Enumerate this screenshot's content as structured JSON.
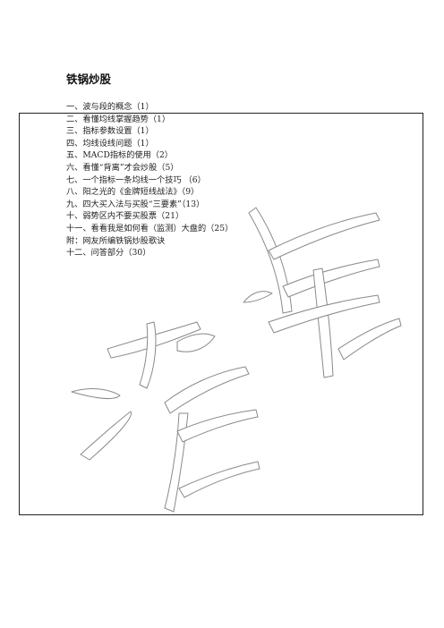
{
  "document": {
    "title": "铁锅炒股"
  },
  "toc": {
    "items": [
      "一、波与段的概念（1）",
      "二、看懂均线掌握趋势（1）",
      "三、指标参数设置（1）",
      "四、均线设线问题（1）",
      "五、MACD指标的使用（2）",
      "六、看懂“背离”才会炒股（5）",
      "七、一个指标一条均线一个技巧 （6）",
      "八、阳之光的《金牌短线战法》（9）",
      "九、四大买入法与买股“三要素”（13）",
      "十、弱势区内不要买股票（21）",
      "十一、看看我是如何看（监测）大盘的（25）",
      "附：网友所编铁锅炒股歌诀",
      "十二、问答部分（30）"
    ]
  },
  "watermark": {
    "text": "资料",
    "color": "#8a8a8a"
  }
}
